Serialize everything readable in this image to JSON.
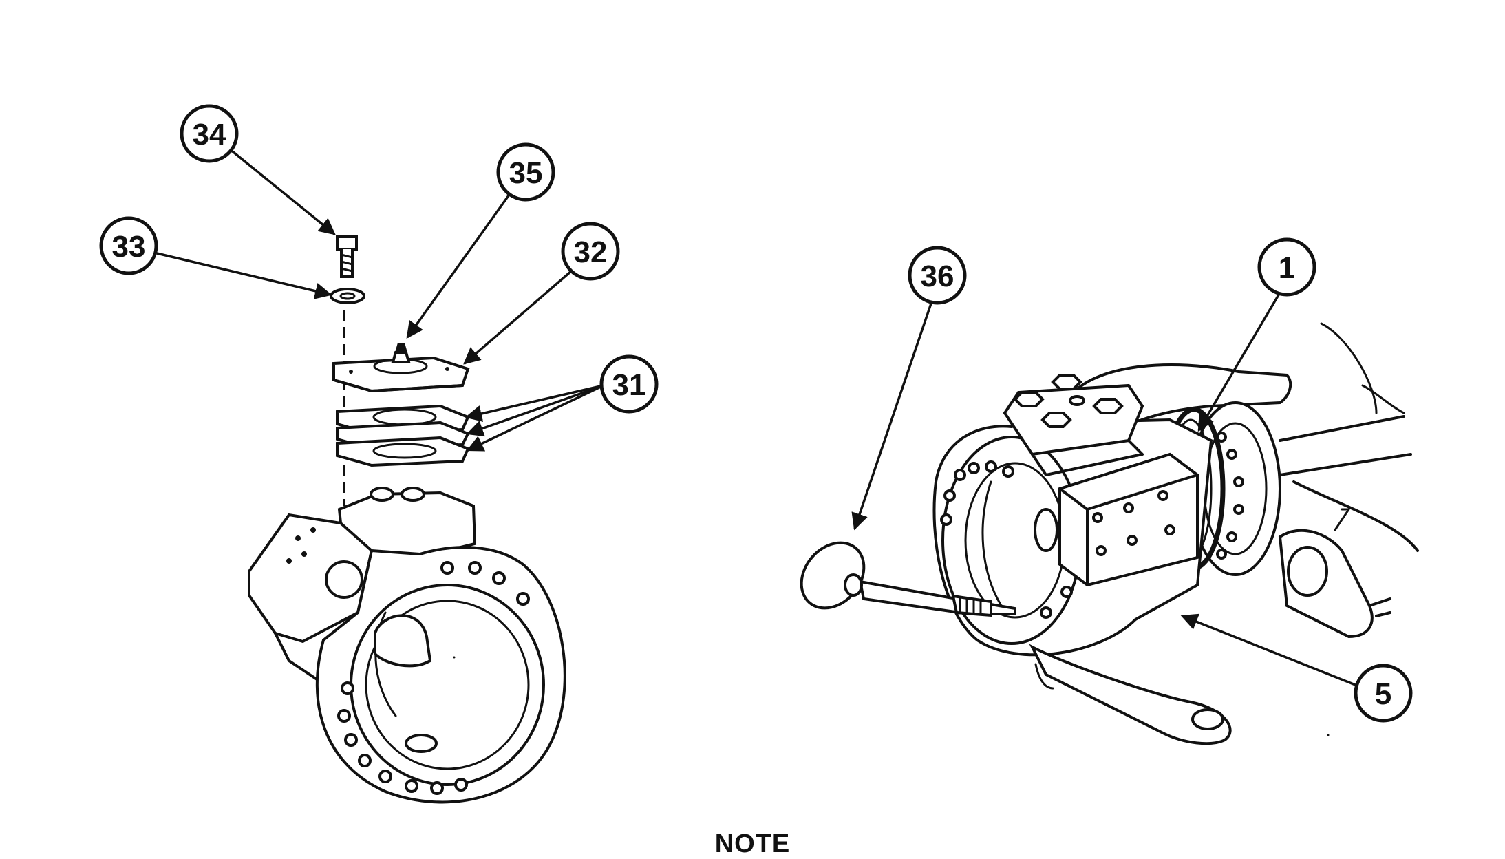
{
  "callouts": {
    "c31": "31",
    "c32": "32",
    "c33": "33",
    "c34": "34",
    "c35": "35",
    "c36": "36",
    "c1": "1",
    "c5": "5"
  },
  "note": {
    "heading": "NOTE"
  },
  "colors": {
    "ink": "#111111",
    "paper": "#ffffff"
  }
}
